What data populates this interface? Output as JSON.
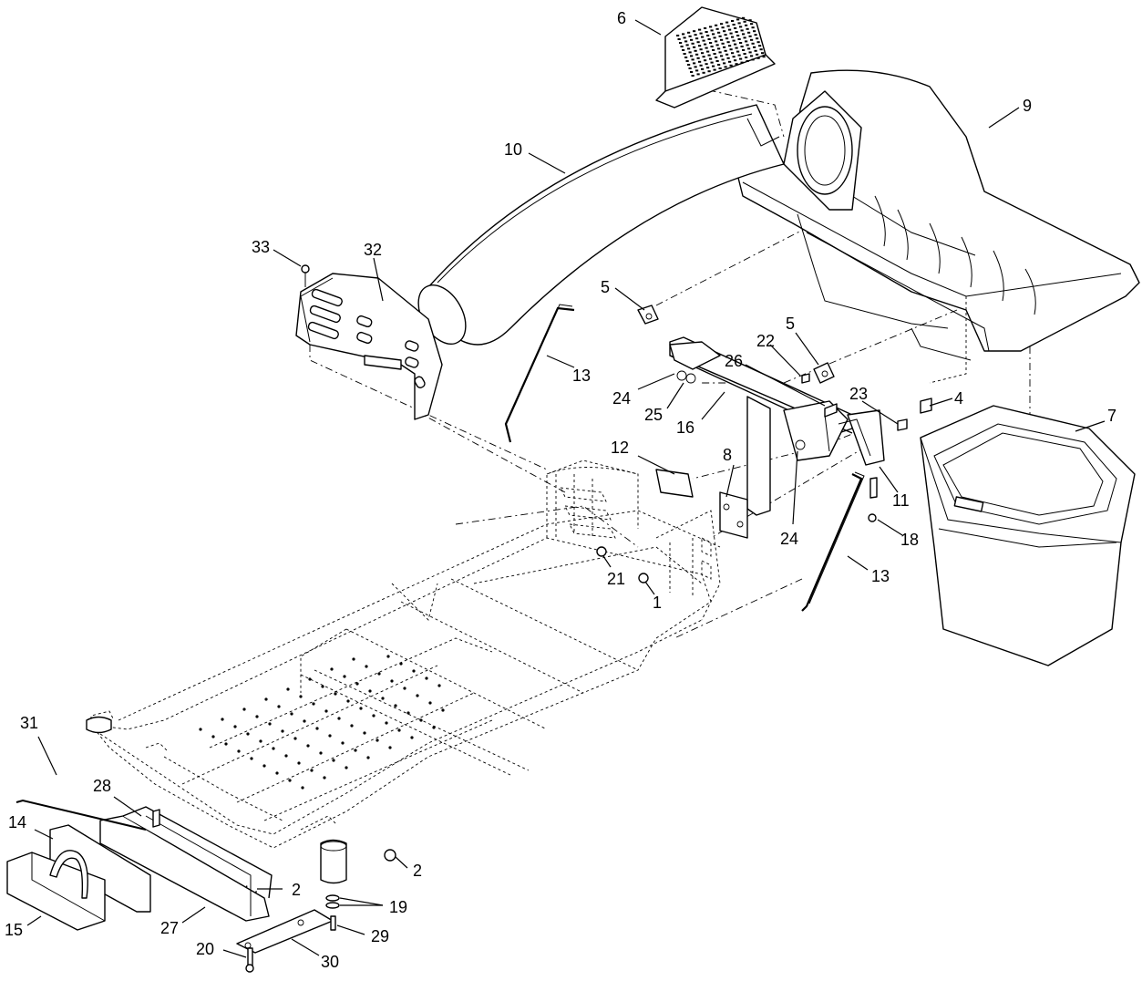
{
  "diagram": {
    "callouts": [
      {
        "id": "c6",
        "text": "6"
      },
      {
        "id": "c9",
        "text": "9"
      },
      {
        "id": "c10",
        "text": "10"
      },
      {
        "id": "c33",
        "text": "33"
      },
      {
        "id": "c32",
        "text": "32"
      },
      {
        "id": "c5a",
        "text": "5"
      },
      {
        "id": "c5b",
        "text": "5"
      },
      {
        "id": "c22",
        "text": "22"
      },
      {
        "id": "c13a",
        "text": "13"
      },
      {
        "id": "c26",
        "text": "26"
      },
      {
        "id": "c24a",
        "text": "24"
      },
      {
        "id": "c23",
        "text": "23"
      },
      {
        "id": "c4",
        "text": "4"
      },
      {
        "id": "c25",
        "text": "25"
      },
      {
        "id": "c16",
        "text": "16"
      },
      {
        "id": "c7",
        "text": "7"
      },
      {
        "id": "c12",
        "text": "12"
      },
      {
        "id": "c8",
        "text": "8"
      },
      {
        "id": "c11",
        "text": "11"
      },
      {
        "id": "c24b",
        "text": "24"
      },
      {
        "id": "c18",
        "text": "18"
      },
      {
        "id": "c21",
        "text": "21"
      },
      {
        "id": "c1",
        "text": "1"
      },
      {
        "id": "c13b",
        "text": "13"
      },
      {
        "id": "c31",
        "text": "31"
      },
      {
        "id": "c28",
        "text": "28"
      },
      {
        "id": "c14",
        "text": "14"
      },
      {
        "id": "c2a",
        "text": "2"
      },
      {
        "id": "c2b",
        "text": "2"
      },
      {
        "id": "c19",
        "text": "19"
      },
      {
        "id": "c15",
        "text": "15"
      },
      {
        "id": "c27",
        "text": "27"
      },
      {
        "id": "c29",
        "text": "29"
      },
      {
        "id": "c20",
        "text": "20"
      },
      {
        "id": "c30",
        "text": "30"
      }
    ]
  }
}
